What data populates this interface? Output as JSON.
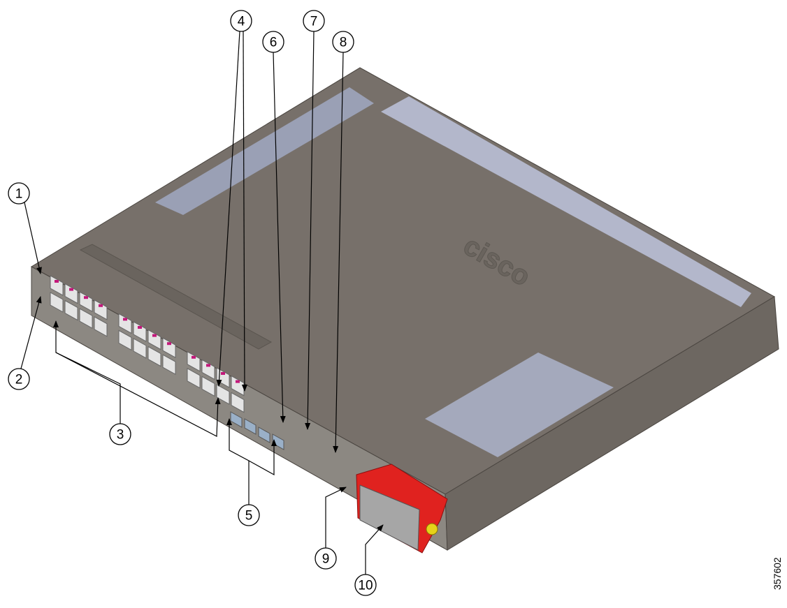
{
  "figure_id": "357602",
  "logo_text": "cisco",
  "colors": {
    "chassis_top": "#77706a",
    "chassis_front": "#8c8882",
    "chassis_side": "#6d6761",
    "vent": "#b9bfd6",
    "port_accent": "#c2187a",
    "led": "#3fbf3f",
    "psu_handle": "#e0221f",
    "psu_body": "#a6a6a6",
    "thumbscrew": "#e6d21a"
  },
  "callouts": [
    {
      "label": "1"
    },
    {
      "label": "2"
    },
    {
      "label": "3"
    },
    {
      "label": "4"
    },
    {
      "label": "5"
    },
    {
      "label": "6"
    },
    {
      "label": "7"
    },
    {
      "label": "8"
    },
    {
      "label": "9"
    },
    {
      "label": "10"
    }
  ]
}
